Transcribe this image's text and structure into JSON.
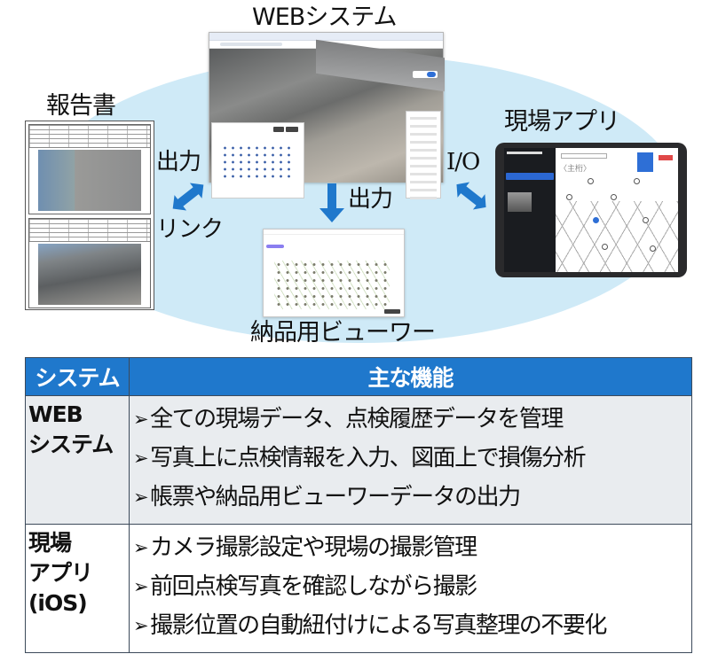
{
  "diagram": {
    "web_system": {
      "title": "WEBシステム"
    },
    "report": {
      "title": "報告書"
    },
    "field_app": {
      "title": "現場アプリ",
      "screen_label": "〈主桁〉"
    },
    "viewer": {
      "title": "納品用ビューワー"
    },
    "arrows": {
      "web_to_report_label_top": "出力",
      "web_to_report_label_bottom": "リンク",
      "web_to_viewer_label": "出力",
      "web_to_app_label": "I/O"
    },
    "colors": {
      "ellipse": "#cfeaf7",
      "arrow": "#1f78cc"
    }
  },
  "table": {
    "headers": {
      "system": "システム",
      "features": "主な機能"
    },
    "bullet": "➢",
    "rows": [
      {
        "system_lines": [
          "WEB",
          "システム"
        ],
        "features": [
          "全ての現場データ、点検履歴データを管理",
          "写真上に点検情報を入力、図面上で損傷分析",
          "帳票や納品用ビューワーデータの出力"
        ]
      },
      {
        "system_lines": [
          "現場",
          "アプリ",
          "(iOS)"
        ],
        "features": [
          "カメラ撮影設定や現場の撮影管理",
          "前回点検写真を確認しながら撮影",
          "撮影位置の自動紐付けによる写真整理の不要化"
        ]
      }
    ],
    "colors": {
      "header_bg": "#1f78cc",
      "row1_bg": "#e9ecef",
      "row2_bg": "#ffffff"
    }
  }
}
